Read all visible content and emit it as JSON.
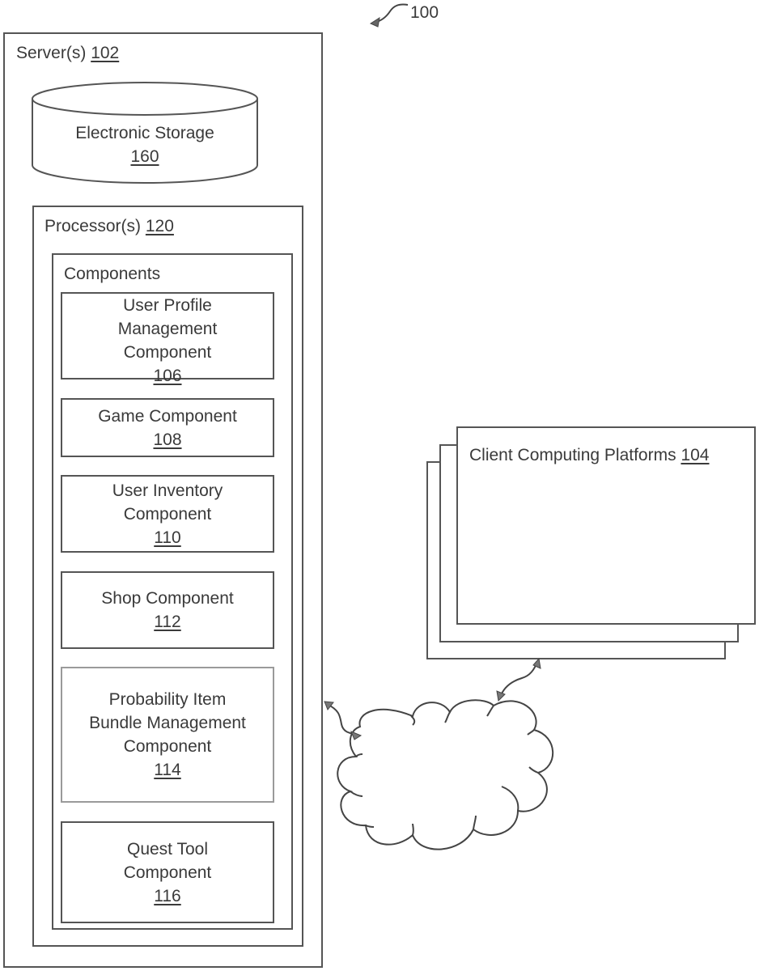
{
  "figure": {
    "reference_numeral": "100"
  },
  "server": {
    "label": "Server(s)",
    "ref": "102",
    "storage": {
      "label": "Electronic Storage",
      "ref": "160"
    },
    "processor": {
      "label": "Processor(s)",
      "ref": "120",
      "components": {
        "label": "Components",
        "items": [
          {
            "lines": [
              "User Profile",
              "Management",
              "Component"
            ],
            "ref": "106"
          },
          {
            "lines": [
              "Game Component"
            ],
            "ref": "108"
          },
          {
            "lines": [
              "User Inventory",
              "Component"
            ],
            "ref": "110"
          },
          {
            "lines": [
              "Shop Component"
            ],
            "ref": "112"
          },
          {
            "lines": [
              "Probability Item",
              "Bundle Management",
              "Component"
            ],
            "ref": "114"
          },
          {
            "lines": [
              "Quest Tool",
              "Component"
            ],
            "ref": "116"
          }
        ]
      }
    }
  },
  "clients": {
    "label": "Client Computing Platforms",
    "ref": "104"
  },
  "network": {
    "icon": "cloud-icon"
  }
}
